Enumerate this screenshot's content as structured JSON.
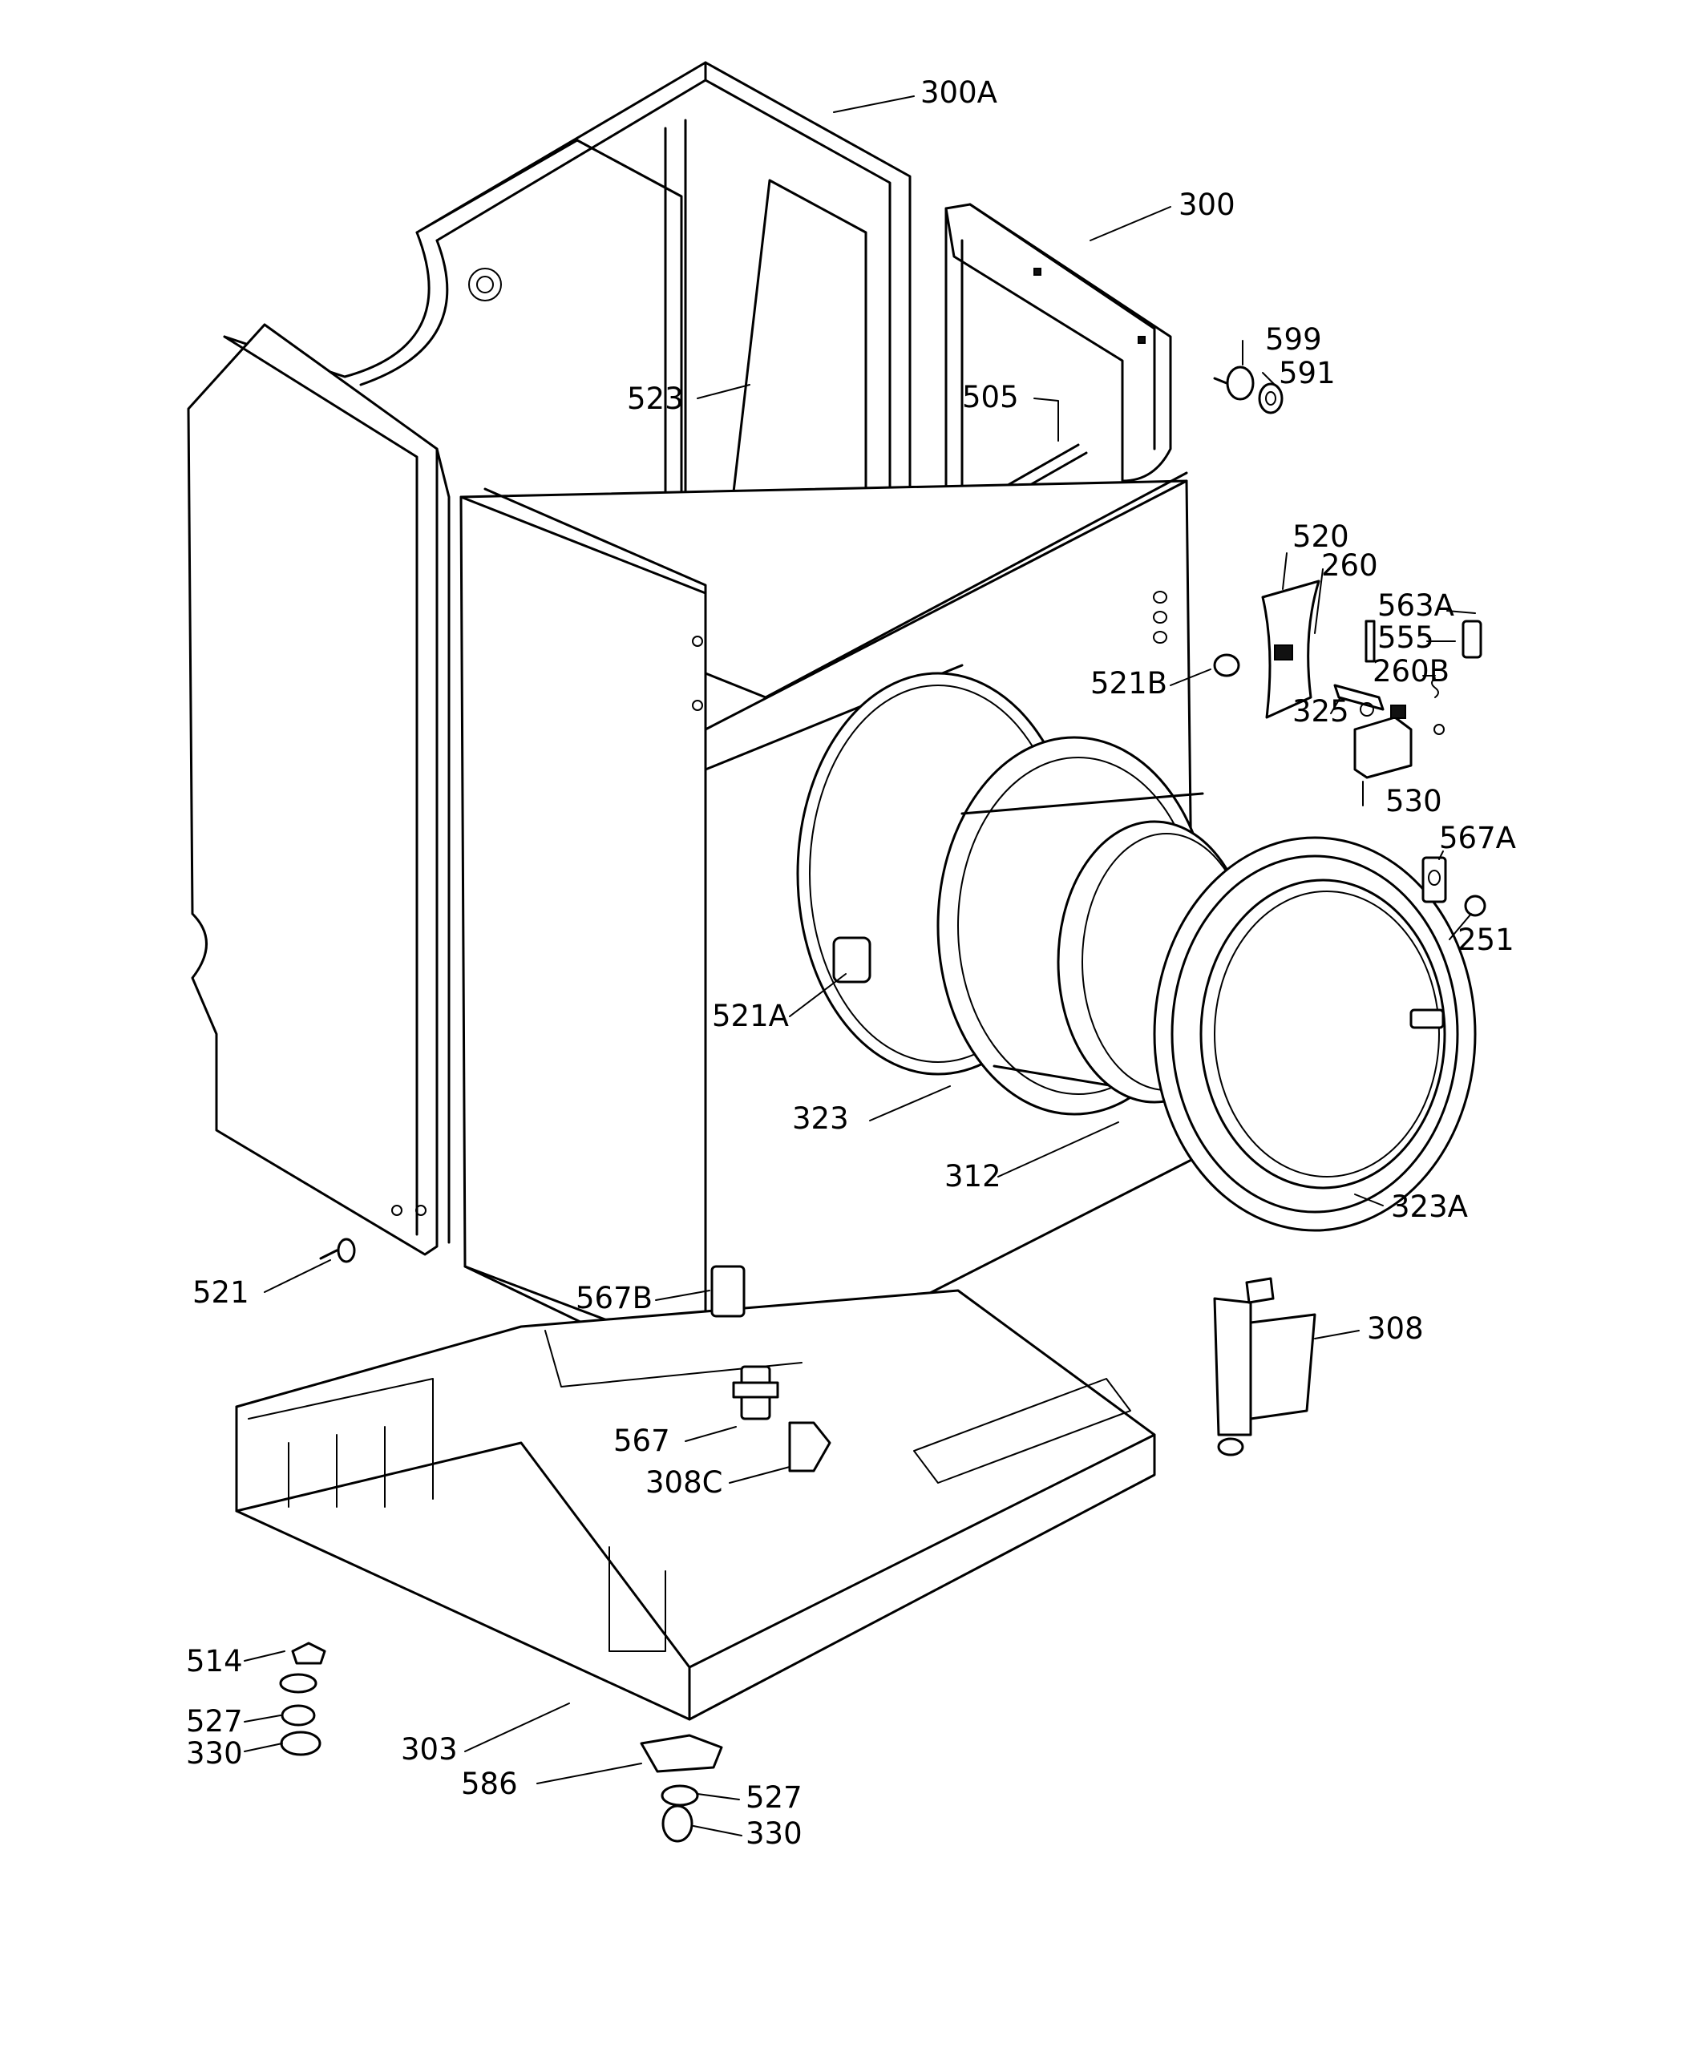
{
  "diagram": {
    "labels": {
      "l300A": "300A",
      "l300": "300",
      "l599": "599",
      "l591": "591",
      "l523": "523",
      "l505": "505",
      "l520": "520",
      "l260": "260",
      "l563A": "563A",
      "l555": "555",
      "l260B": "260B",
      "l521B": "521B",
      "l325": "325",
      "l530": "530",
      "l567A": "567A",
      "l251": "251",
      "l521A": "521A",
      "l323": "323",
      "l312": "312",
      "l323A": "323A",
      "l521": "521",
      "l567B": "567B",
      "l308": "308",
      "l567": "567",
      "l308C": "308C",
      "l514": "514",
      "l527a": "527",
      "l330a": "330",
      "l303": "303",
      "l586": "586",
      "l527b": "527",
      "l330b": "330"
    }
  }
}
